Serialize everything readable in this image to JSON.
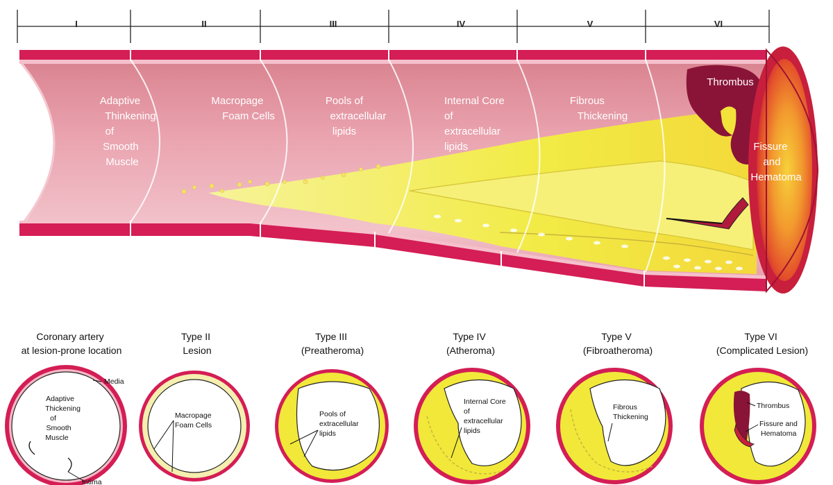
{
  "stages": [
    "I",
    "II",
    "III",
    "IV",
    "V",
    "VI"
  ],
  "vessel_labels": {
    "stage1": [
      "Adaptive",
      "Thinkening",
      "of",
      "Smooth",
      "Muscle"
    ],
    "stage2": [
      "Macropage",
      "Foam Cells"
    ],
    "stage3": [
      "Pools of",
      "extracellular",
      "lipids"
    ],
    "stage4": [
      "Internal Core",
      "of",
      "extracellular",
      "lipids"
    ],
    "stage5": [
      "Fibrous",
      "Thickening"
    ],
    "thrombus": "Thrombus",
    "fissure": [
      "Fissure",
      "and",
      "Hematoma"
    ]
  },
  "captions": {
    "c1": [
      "Coronary artery",
      "at lesion-prone location"
    ],
    "c2": [
      "Type II",
      "Lesion"
    ],
    "c3": [
      "Type III",
      "(Preatheroma)"
    ],
    "c4": [
      "Type IV",
      "(Atheroma)"
    ],
    "c5": [
      "Type V",
      "(Fibroatheroma)"
    ],
    "c6": [
      "Type VI",
      "(Complicated Lesion)"
    ]
  },
  "circle_labels": {
    "c1_media": "Media",
    "c1_main": [
      "Adaptive",
      "Thickening",
      "of",
      "Smooth",
      "Muscle"
    ],
    "c1_intima": "Intima",
    "c2": [
      "Macropage",
      "Foam Cells"
    ],
    "c3": [
      "Pools of",
      "extracellular",
      "lipids"
    ],
    "c4": [
      "Internal Core",
      "of",
      "extracellular",
      "lipids"
    ],
    "c5": [
      "Fibrous",
      "Thickening"
    ],
    "c6_thrombus": "Thrombus",
    "c6_fissure": [
      "Fissure and",
      "Hematoma"
    ]
  },
  "colors": {
    "wall": "#d41e55",
    "wall_dark": "#a01040",
    "lumen": "#eaa3b0",
    "lipid": "#f1ea3a",
    "lipid_light": "#f6f08a",
    "thrombus": "#8a1438",
    "cut_outer": "#c81f3c",
    "cut_inner": "#e85a28"
  }
}
